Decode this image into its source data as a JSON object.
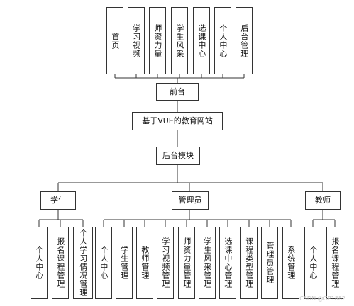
{
  "front": {
    "label": "前台",
    "children": [
      "首页",
      "学习视频",
      "师资力量",
      "学生风采",
      "选课中心",
      "个人中心",
      "后台管理"
    ]
  },
  "root": {
    "label": "基于VUE的教育网站"
  },
  "backend": {
    "label": "后台模块"
  },
  "roles": {
    "student": {
      "label": "学生",
      "children": [
        "个人中心",
        "报名课程管理",
        "个人学习情况管理"
      ]
    },
    "admin": {
      "label": "管理员",
      "children": [
        "个人中心",
        "学生管理",
        "教师管理",
        "学习视频管理",
        "师资力量管理",
        "学生风采管理",
        "选课中心管理",
        "课程类型管理",
        "管理员管理",
        "系统管理"
      ]
    },
    "teacher": {
      "label": "教师",
      "children": [
        "个人中心",
        "报名课程管理"
      ]
    }
  },
  "watermark": "CSDN @GP1882"
}
